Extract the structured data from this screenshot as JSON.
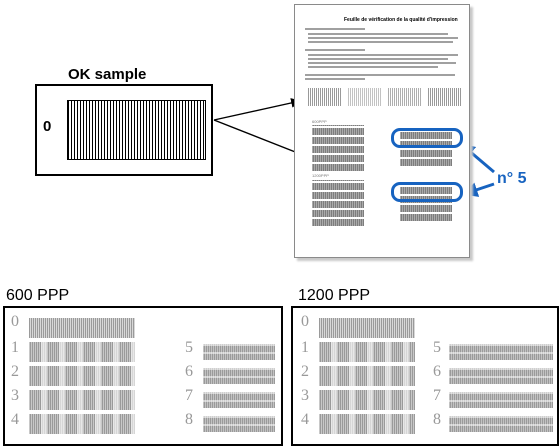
{
  "ok_sample": {
    "title": "OK sample",
    "zero_label": "0"
  },
  "sheet": {
    "title": "Feuille de vérification de la qualité d'impression"
  },
  "callout": {
    "label": "n° 5"
  },
  "panels": [
    {
      "title": "600 PPP",
      "rows_left": [
        "0",
        "1",
        "2",
        "3",
        "4"
      ],
      "rows_right": [
        "5",
        "6",
        "7",
        "8"
      ]
    },
    {
      "title": "1200 PPP",
      "rows_left": [
        "0",
        "1",
        "2",
        "3",
        "4"
      ],
      "rows_right": [
        "5",
        "6",
        "7",
        "8"
      ]
    }
  ],
  "colors": {
    "accent": "#1763c0",
    "pattern_gray": "#9a9a9a"
  }
}
